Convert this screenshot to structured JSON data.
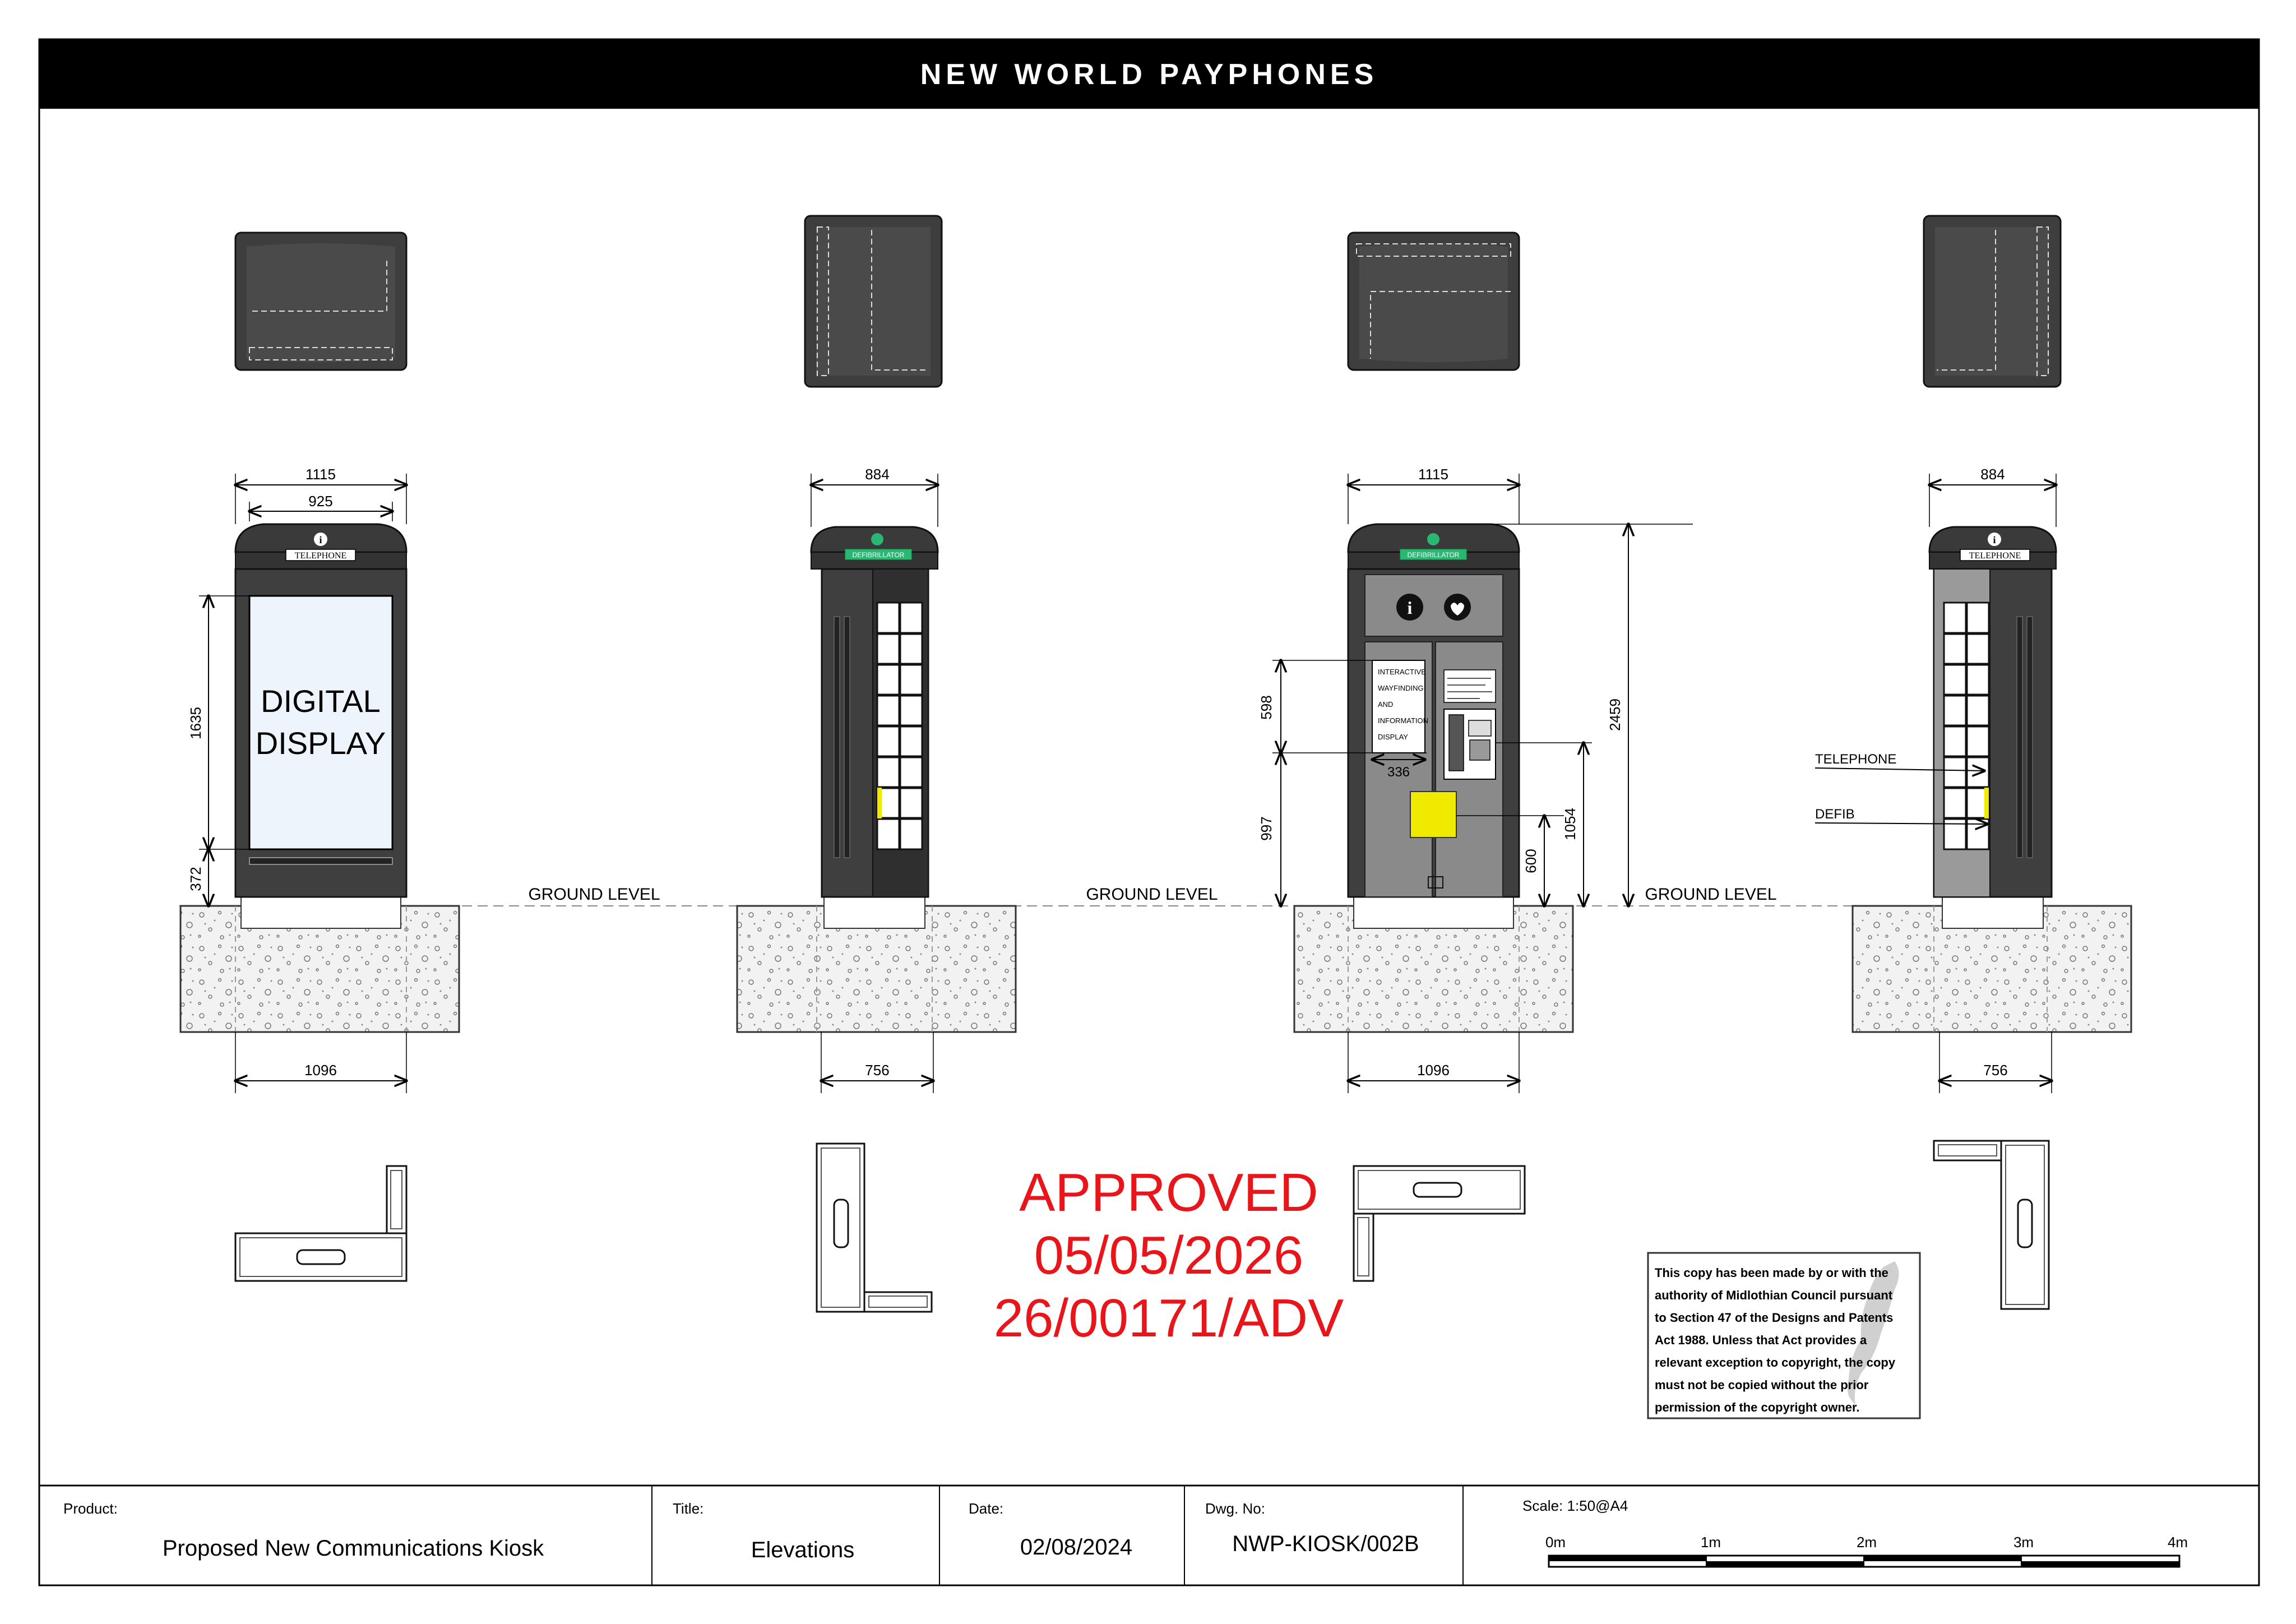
{
  "header": {
    "title": "NEW WORLD PAYPHONES"
  },
  "elevations": {
    "front_left": {
      "width_outer": "1115",
      "width_inner": "925",
      "height_display": "1635",
      "height_base": "372",
      "base_width": "1096",
      "sign_label": "TELEPHONE",
      "display_line1": "DIGITAL",
      "display_line2": "DISPLAY"
    },
    "side_left": {
      "width": "884",
      "base_width": "756",
      "sign_label": "DEFIBRILLATOR"
    },
    "rear": {
      "width": "1115",
      "base_width": "1096",
      "sign_label": "DEFIBRILLATOR",
      "dim_598": "598",
      "dim_997": "997",
      "dim_336": "336",
      "dim_600": "600",
      "dim_1054": "1054",
      "dim_2459": "2459",
      "panel_text": [
        "INTERACTIVE",
        "WAYFINDING",
        "AND",
        "INFORMATION",
        "DISPLAY"
      ]
    },
    "side_right": {
      "width": "884",
      "base_width": "756",
      "sign_label": "TELEPHONE",
      "label_telephone": "TELEPHONE",
      "label_defib": "DEFIB"
    }
  },
  "ground_level_label": "GROUND LEVEL",
  "stamp": {
    "line1": "APPROVED",
    "line2": "05/05/2026",
    "line3": "26/00171/ADV",
    "color": "#e8161b"
  },
  "copyright_notice": [
    "This copy has been made by or with the",
    "authority of Midlothian Council pursuant",
    "to Section 47 of the Designs and Patents",
    "Act 1988. Unless that Act provides a",
    "relevant exception to copyright, the copy",
    "must not be copied without the prior",
    "permission of the copyright owner."
  ],
  "title_block": {
    "product_label": "Product:",
    "product_value": "Proposed New Communications Kiosk",
    "title_label": "Title:",
    "title_value": "Elevations",
    "date_label": "Date:",
    "date_value": "02/08/2024",
    "dwg_label": "Dwg. No:",
    "dwg_value": "NWP-KIOSK/002B",
    "scale_label": "Scale: 1:50@A4",
    "scale_ticks": [
      "0m",
      "1m",
      "2m",
      "3m",
      "4m"
    ]
  },
  "colors": {
    "kiosk_body": "#404040",
    "kiosk_dark": "#2a2a2a",
    "panel_grey": "#8a8a8a",
    "display_fill": "#eef4fb",
    "defib_yellow": "#f0ea00",
    "sign_green": "#2bb673",
    "concrete": "#f0f0f0"
  }
}
